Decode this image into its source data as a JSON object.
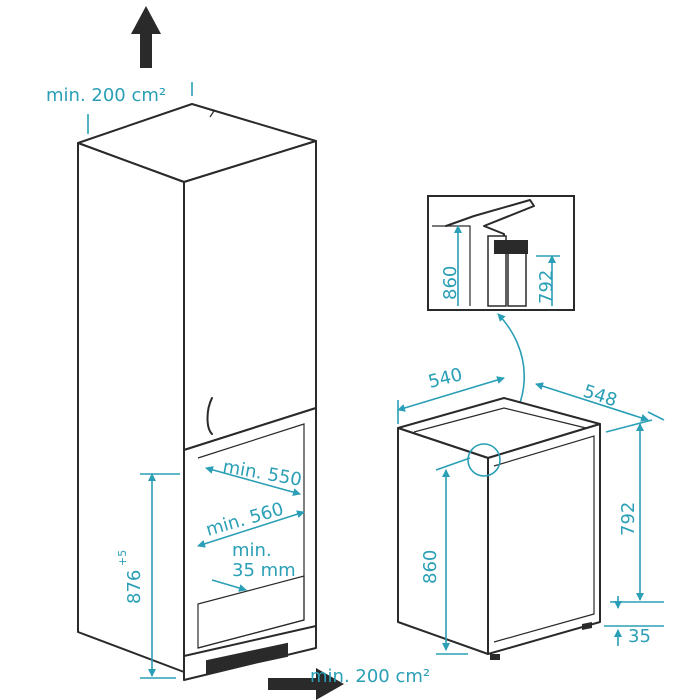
{
  "labels": {
    "vent_top": "min. 200 cm²",
    "vent_bottom": "min. 200 cm²",
    "niche_depth_550": "min. 550",
    "niche_width_560": "min. 560",
    "gap_label_min": "min.",
    "gap_label_35mm": "35 mm",
    "niche_height_876": "876",
    "niche_height_876_sup": "+5",
    "appliance_width": "540",
    "appliance_depth": "548",
    "appliance_height_860": "860",
    "appliance_height_792": "792",
    "appliance_gap_35": "35",
    "detail_860": "860",
    "detail_792": "792"
  },
  "colors": {
    "dimension": "#2a9fb6",
    "outline": "#2a2a2a"
  },
  "icons": {
    "airflow_up": "arrow-up-icon",
    "airflow_in": "arrow-right-icon",
    "detail_link": "double-arrow-curve-icon"
  }
}
